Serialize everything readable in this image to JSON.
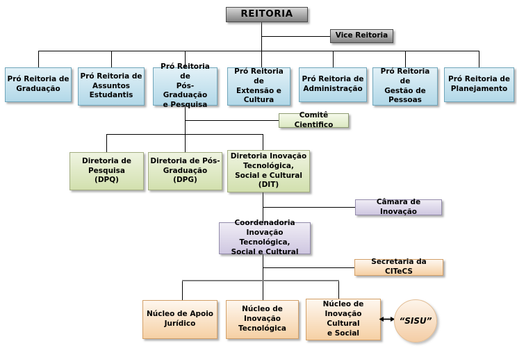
{
  "title": {
    "label": "REITORIA"
  },
  "vice": {
    "label": "Vice Reitoria"
  },
  "pro_reitorias": [
    {
      "label": "Pró Reitoria de\nGraduação"
    },
    {
      "label": "Pró Reitoria de\nAssuntos\nEstudantis"
    },
    {
      "label": "Pró Reitoria de\nPós-Graduação\ne Pesquisa"
    },
    {
      "label": "Pró Reitoria de\nExtensão e\nCultura"
    },
    {
      "label": "Pró Reitoria de\nAdministração"
    },
    {
      "label": "Pró Reitoria de\nGestão de\nPessoas"
    },
    {
      "label": "Pró Reitoria de\nPlanejamento"
    }
  ],
  "comite": {
    "label": "Comitê Cientifico"
  },
  "diretorias": [
    {
      "label": "Diretoria de\nPesquisa\n(DPQ)"
    },
    {
      "label": "Diretoria de Pós-\nGraduação\n(DPG)"
    },
    {
      "label": "Diretoria Inovação\nTecnológica,\nSocial e Cultural\n(DIT)"
    }
  ],
  "camara": {
    "label": "Câmara de Inovação"
  },
  "coordenadoria": {
    "label": "Coordenadoria\nInovação Tecnológica,\nSocial e Cultural"
  },
  "secretaria": {
    "label": "Secretaria da CITeCS"
  },
  "nucleos": [
    {
      "label": "Núcleo de Apoio\nJurídico"
    },
    {
      "label": "Núcleo de\nInovação\nTecnológica"
    },
    {
      "label": "Núcleo de\nInovação Cultural\ne Social"
    }
  ],
  "sisu": {
    "label": "“SISU”"
  },
  "colors": {
    "reitoria_gradient": [
      "#d8d8d8",
      "#828282"
    ],
    "pro_reitoria_gradient": [
      "#e2f1f7",
      "#b2d8e8"
    ],
    "pro_reitoria_border": "#6fa5ba",
    "diretoria_gradient": [
      "#eff4e1",
      "#d2e0ae"
    ],
    "inovacao_gradient": [
      "#efecf5",
      "#cfc7e1"
    ],
    "nucleo_gradient": [
      "#fef7ef",
      "#f6d0a4"
    ],
    "connector_black": "#000000",
    "connector_gray": "#7f7f7f"
  }
}
